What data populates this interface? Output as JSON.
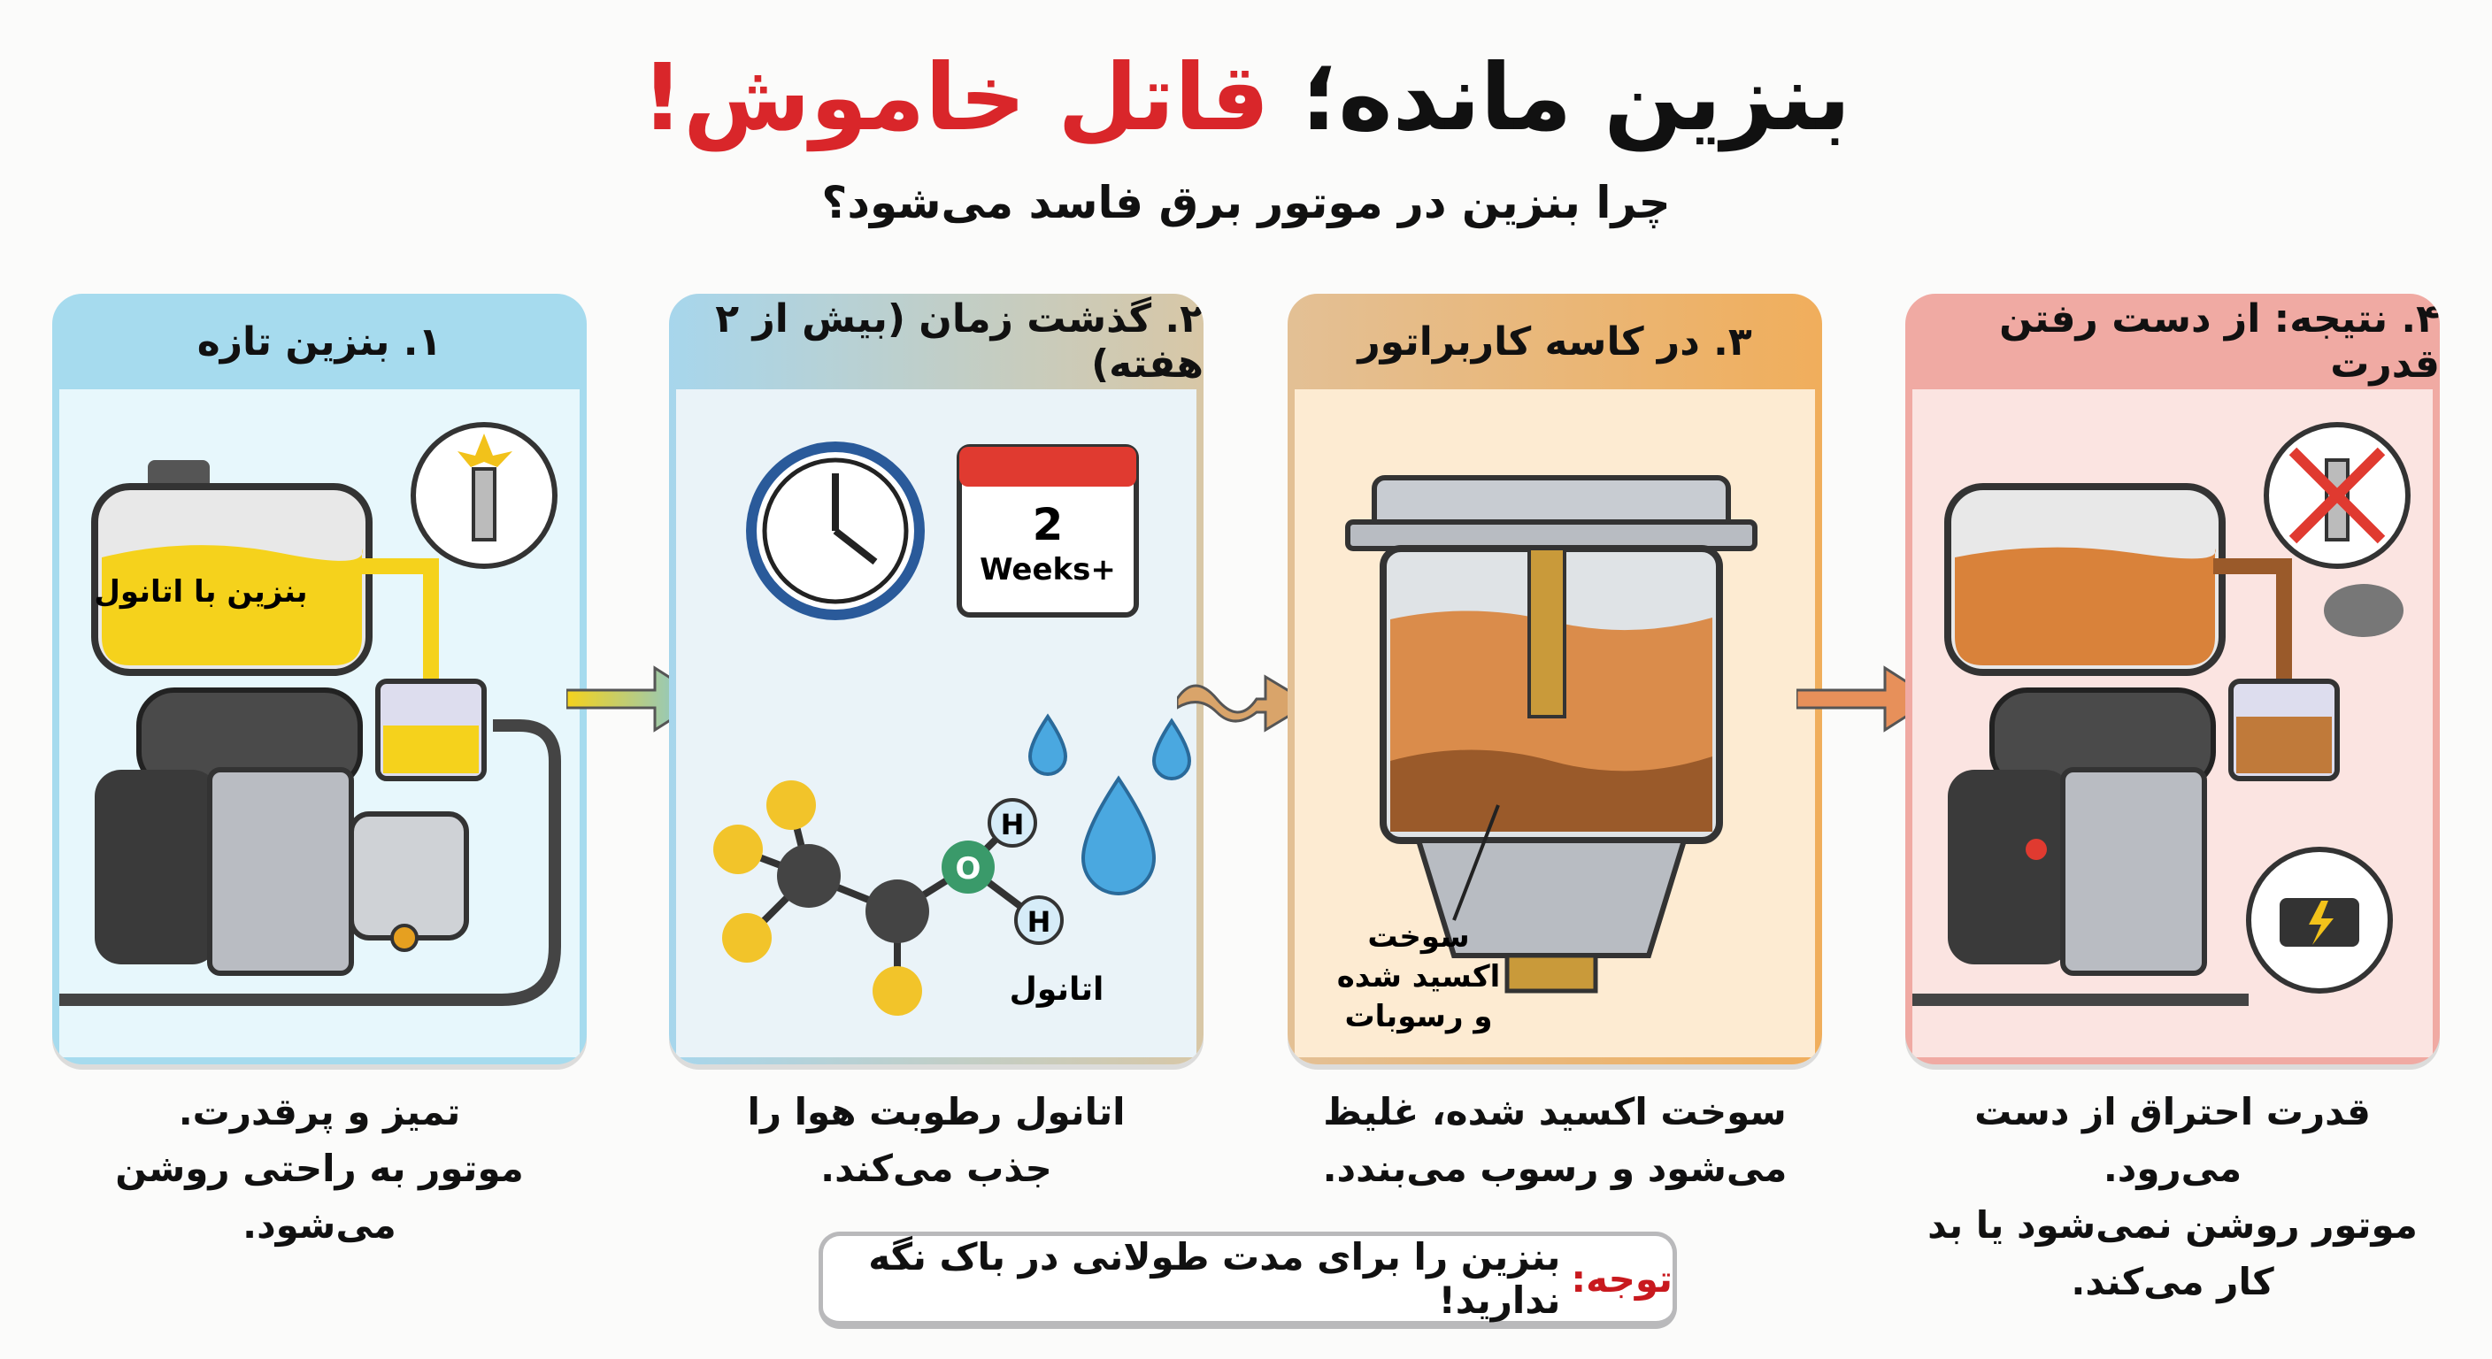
{
  "header": {
    "title_black": "بنزین مانده؛",
    "title_red": "قاتل خاموش!",
    "subtitle": "چرا بنزین در موتور برق فاسد می‌شود؟"
  },
  "steps": [
    {
      "title": "۱. بنزین تازه",
      "caption_line1": "تمیز و پرقدرت.",
      "caption_line2": "موتور به راحتی روشن می‌شود.",
      "label": "بنزین با اتانول"
    },
    {
      "title": "۲. گذشت زمان (بیش از ۲ هفته)",
      "caption_line1": "اتانول رطوبت هوا را",
      "caption_line2": "جذب می‌کند.",
      "calendar_number": "2",
      "calendar_text": "Weeks+",
      "atom_h1": "H",
      "atom_o": "O",
      "atom_h2": "H",
      "label": "اتانول"
    },
    {
      "title": "۳. در کاسه کاربراتور",
      "caption_line1": "سوخت اکسید شده، غلیظ",
      "caption_line2": "می‌شود و رسوب می‌بندد.",
      "label_line1": "سوخت",
      "label_line2": "اکسید شده",
      "label_line3": "و رسوبات"
    },
    {
      "title": "۴. نتیجه: از دست رفتن قدرت",
      "caption_line1": "قدرت احتراق از دست می‌رود.",
      "caption_line2": "موتور روشن نمی‌شود یا بد کار می‌کند."
    }
  ],
  "note": {
    "label": "توجه:",
    "text": "بنزین را برای مدت طولانی در باک نگه ندارید!"
  },
  "colors": {
    "title_red": "#d9262a",
    "fresh_fuel": "#f5d21c",
    "old_fuel": "#d9823a",
    "step1": "#a6dbee",
    "step3": "#f0ae5c",
    "step4": "#f0aaa3"
  }
}
